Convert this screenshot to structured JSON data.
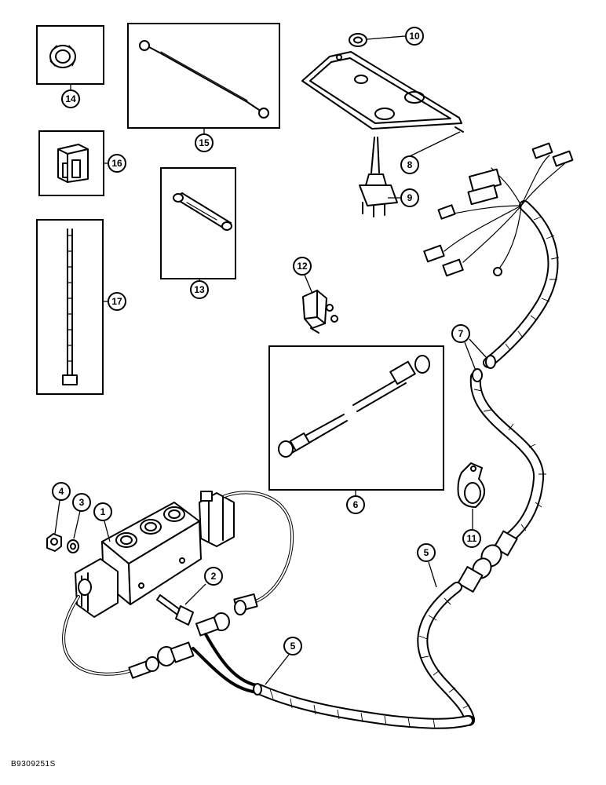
{
  "figure_code": "B9309251S",
  "callouts": [
    "1",
    "2",
    "3",
    "4",
    "5",
    "5",
    "6",
    "7",
    "8",
    "9",
    "10",
    "11",
    "12",
    "13",
    "14",
    "15",
    "16",
    "17"
  ]
}
